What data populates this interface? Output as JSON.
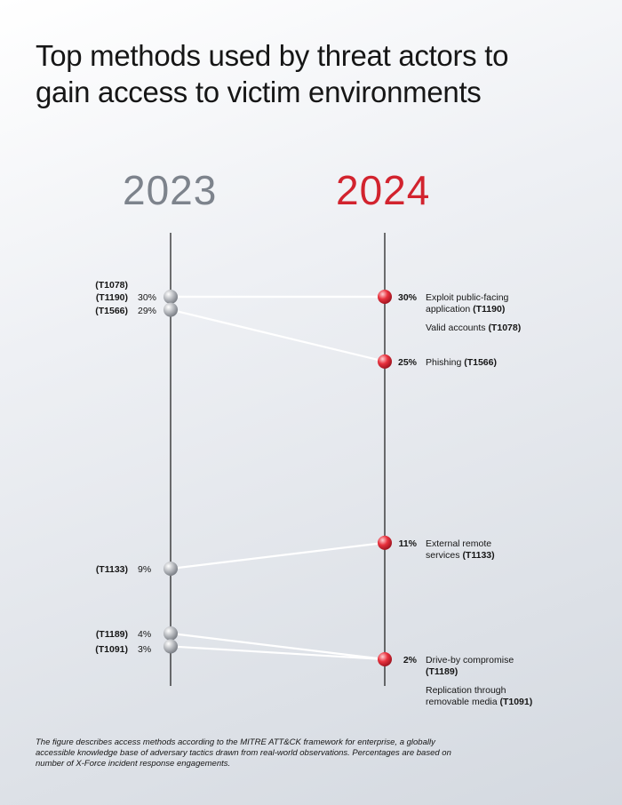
{
  "title_lines": [
    "Top methods used by threat actors to",
    "gain access to victim environments"
  ],
  "footnote": "The figure describes access methods according to the MITRE ATT&CK framework for enterprise, a globally accessible knowledge base of adversary tactics drawn from real-world observations. Percentages are based on number of X-Force incident response engagements.",
  "colors": {
    "year_2023": "#7d838c",
    "year_2024": "#d2232e",
    "dot_2023": "#a5a8ad",
    "dot_2024": "#e8313d",
    "axis": "#161616",
    "connector": "#ffffff"
  },
  "chart_data": {
    "type": "slope",
    "title": "Top methods used by threat actors to gain access to victim environments",
    "columns": [
      "2023",
      "2024"
    ],
    "ylim": [
      0,
      35
    ],
    "series": [
      {
        "name": "Exploit public-facing application",
        "code": "T1190",
        "values": [
          30,
          30
        ]
      },
      {
        "name": "Valid accounts",
        "code": "T1078",
        "values": [
          30,
          30
        ]
      },
      {
        "name": "Phishing",
        "code": "T1566",
        "values": [
          29,
          25
        ]
      },
      {
        "name": "External remote services",
        "code": "T1133",
        "values": [
          9,
          11
        ]
      },
      {
        "name": "Drive-by compromise",
        "code": "T1189",
        "values": [
          4,
          2
        ]
      },
      {
        "name": "Replication through removable media",
        "code": "T1091",
        "values": [
          3,
          2
        ]
      }
    ],
    "left_labels": [
      {
        "codes": [
          "(T1078)"
        ],
        "pct": ""
      },
      {
        "codes": [
          "(T1190)"
        ],
        "pct": "30%"
      },
      {
        "codes": [
          "(T1566)"
        ],
        "pct": "29%"
      },
      {
        "codes": [
          "(T1133)"
        ],
        "pct": "9%"
      },
      {
        "codes": [
          "(T1189)"
        ],
        "pct": "4%"
      },
      {
        "codes": [
          "(T1091)"
        ],
        "pct": "3%"
      }
    ],
    "right_groups": [
      {
        "pct": "30%",
        "entries": [
          {
            "lines": [
              [
                "Exploit public-facing",
                ""
              ],
              [
                "application ",
                "(T1190)"
              ]
            ]
          },
          {
            "lines": [
              [
                "Valid accounts ",
                "(T1078)"
              ]
            ]
          }
        ]
      },
      {
        "pct": "25%",
        "entries": [
          {
            "lines": [
              [
                "Phishing ",
                "(T1566)"
              ]
            ]
          }
        ]
      },
      {
        "pct": "11%",
        "entries": [
          {
            "lines": [
              [
                "External remote",
                ""
              ],
              [
                "services ",
                "(T1133)"
              ]
            ]
          }
        ]
      },
      {
        "pct": "2%",
        "entries": [
          {
            "lines": [
              [
                "Drive-by compromise",
                ""
              ],
              [
                "",
                "(T1189)"
              ]
            ]
          },
          {
            "lines": [
              [
                "Replication through",
                ""
              ],
              [
                "removable media ",
                "(T1091)"
              ]
            ]
          }
        ]
      }
    ]
  }
}
